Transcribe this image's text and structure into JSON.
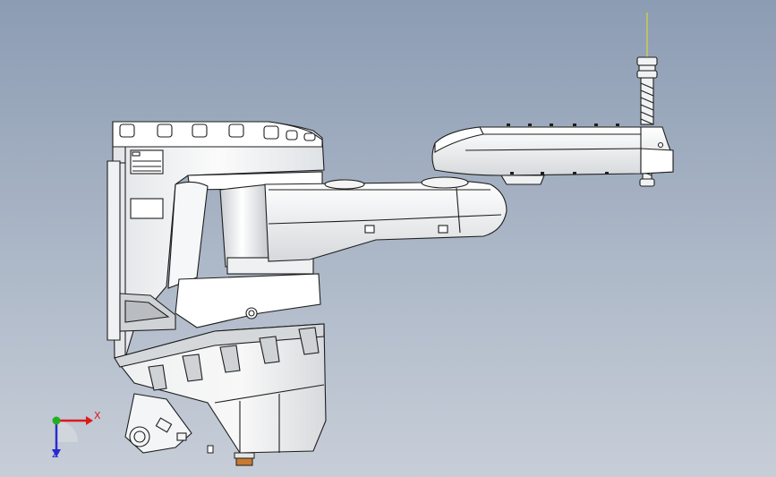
{
  "viewport": {
    "background_top": "#8c9cb3",
    "background_bottom": "#c7ced8"
  },
  "model": {
    "name": "scara-robot-model",
    "body_color": "#f4f5f6",
    "shade_color": "#d9dcdf",
    "edge_color": "#1e1e1e",
    "tool_axis_color": "#e6e619",
    "flange_accent_color": "#c87a30"
  },
  "triad": {
    "x_label": "X",
    "z_label": "Z",
    "x_color": "#e01818",
    "y_color": "#20b020",
    "z_color": "#2a2ad0"
  }
}
